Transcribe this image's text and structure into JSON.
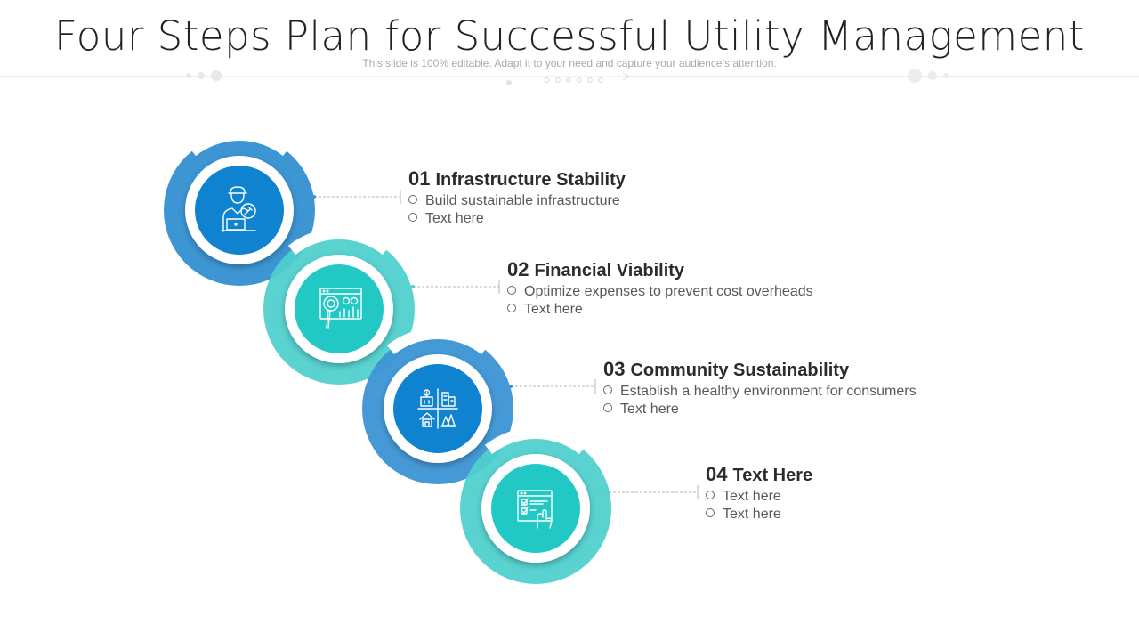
{
  "header": {
    "title": "Four Steps Plan for Successful Utility Management",
    "subtitle": "This slide is 100% editable. Adapt it to your need and capture your audience’s attention."
  },
  "colors": {
    "blue": "#3d95d4",
    "blue_inner": "#0f83cf",
    "teal": "#4fcfcd",
    "teal_inner": "#21c8c4",
    "connector": "#b5b5b5"
  },
  "steps": [
    {
      "number": "01",
      "title": "Infrastructure Stability",
      "icon": "engineer-wrench-icon",
      "bullets": [
        "Build sustainable infrastructure",
        "Text here"
      ]
    },
    {
      "number": "02",
      "title": "Financial Viability",
      "icon": "financial-analysis-icon",
      "bullets": [
        "Optimize expenses to prevent cost overheads",
        "Text here"
      ]
    },
    {
      "number": "03",
      "title": "Community Sustainability",
      "icon": "community-buildings-icon",
      "bullets": [
        "Establish a healthy environment for consumers",
        "Text here"
      ]
    },
    {
      "number": "04",
      "title": "Text Here",
      "icon": "checklist-touch-icon",
      "bullets": [
        "Text here",
        "Text here"
      ]
    }
  ]
}
